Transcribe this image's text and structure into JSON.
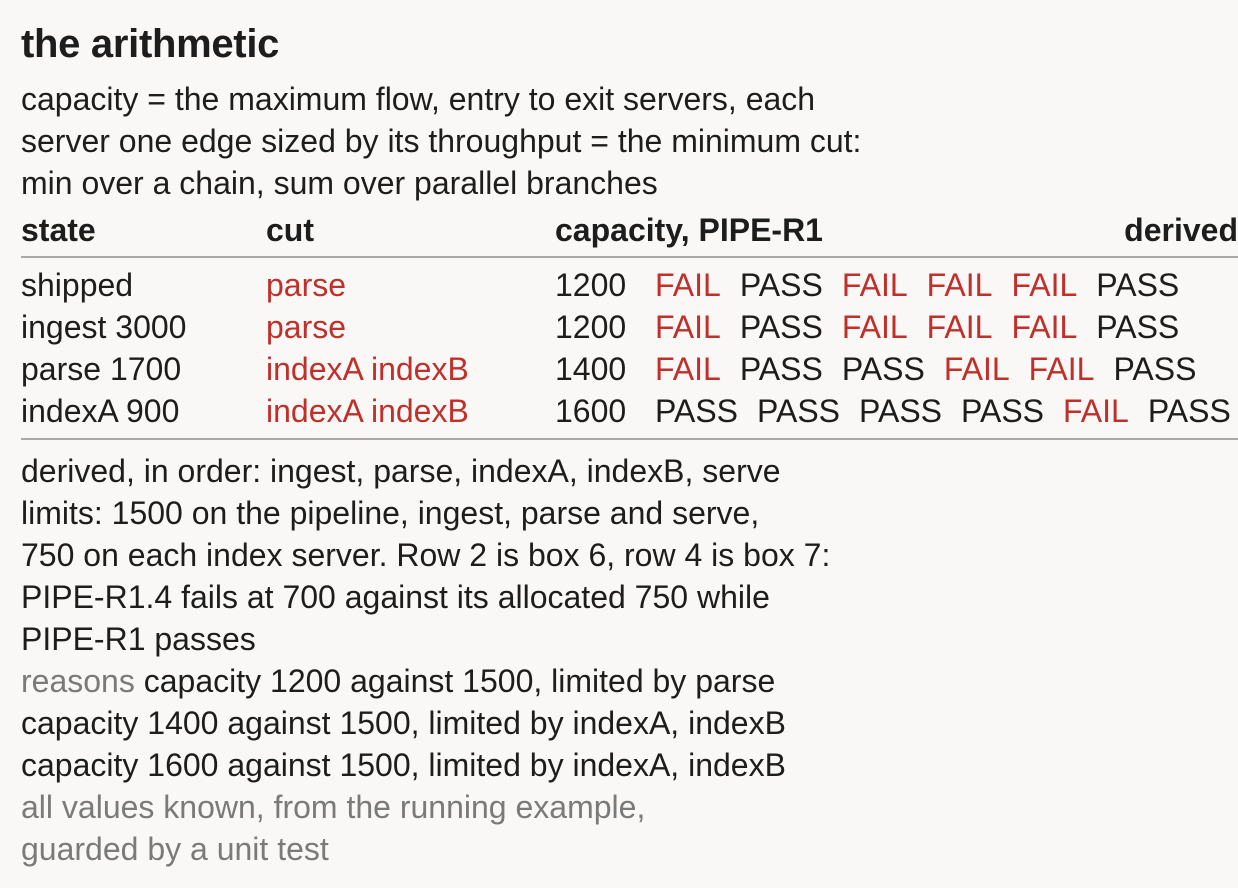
{
  "title": "the arithmetic",
  "intro": [
    "capacity = the maximum flow, entry to exit servers, each",
    "server one edge sized by its throughput = the minimum cut:",
    "min over a chain, sum over parallel branches"
  ],
  "table": {
    "headers": {
      "state": "state",
      "cut": "cut",
      "capacity": "capacity, PIPE-R1",
      "derived": "derived"
    },
    "rows": [
      {
        "state": "shipped",
        "cut": "parse",
        "capacity": "1200",
        "results": [
          "FAIL",
          "PASS",
          "FAIL",
          "FAIL",
          "FAIL",
          "PASS"
        ]
      },
      {
        "state": "ingest 3000",
        "cut": "parse",
        "capacity": "1200",
        "results": [
          "FAIL",
          "PASS",
          "FAIL",
          "FAIL",
          "FAIL",
          "PASS"
        ]
      },
      {
        "state": "parse 1700",
        "cut": "indexA indexB",
        "capacity": "1400",
        "results": [
          "FAIL",
          "PASS",
          "PASS",
          "FAIL",
          "FAIL",
          "PASS"
        ]
      },
      {
        "state": "indexA 900",
        "cut": "indexA indexB",
        "capacity": "1600",
        "results": [
          "PASS",
          "PASS",
          "PASS",
          "PASS",
          "FAIL",
          "PASS"
        ]
      }
    ]
  },
  "notes": {
    "lines": [
      "derived, in order: ingest, parse, indexA, indexB, serve",
      "limits: 1500 on the pipeline, ingest, parse and serve,",
      "750 on each index server. Row 2 is box 6, row 4 is box 7:",
      "PIPE-R1.4 fails at 700 against its allocated 750 while",
      "PIPE-R1 passes"
    ],
    "reasons_label": "reasons",
    "reasons": [
      "capacity 1200 against 1500, limited by parse",
      "capacity 1400 against 1500, limited by indexA, indexB",
      "capacity 1600 against 1500, limited by indexA, indexB"
    ],
    "footer": [
      "all values known, from the running example,",
      "guarded by a unit test"
    ]
  },
  "colors": {
    "fail": "#c0302b",
    "pass": "#1d1d1d",
    "muted": "#7a7a7a",
    "background": "#f9f8f6",
    "rule": "#a9a9a9"
  }
}
